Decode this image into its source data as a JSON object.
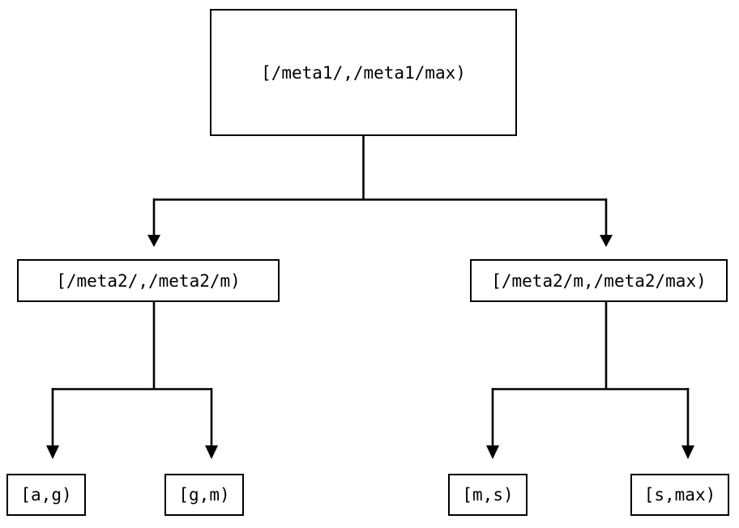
{
  "diagram": {
    "type": "tree",
    "title": "",
    "background_color": "#ffffff",
    "line_color": "#000000",
    "text_color": "#000000",
    "levels": 3,
    "nodes": {
      "root": {
        "label": "[/meta1/,/meta1/max)",
        "level": 0
      },
      "mid_left": {
        "label": "[/meta2/,/meta2/m)",
        "level": 1
      },
      "mid_right": {
        "label": "[/meta2/m,/meta2/max)",
        "level": 1
      },
      "leaf_1": {
        "label": "[a,g)",
        "level": 2
      },
      "leaf_2": {
        "label": "[g,m)",
        "level": 2
      },
      "leaf_3": {
        "label": "[m,s)",
        "level": 2
      },
      "leaf_4": {
        "label": "[s,max)",
        "level": 2
      }
    },
    "edges": [
      {
        "from": "root",
        "to": "mid_left",
        "arrow": "triangle-down"
      },
      {
        "from": "root",
        "to": "mid_right",
        "arrow": "triangle-down"
      },
      {
        "from": "mid_left",
        "to": "leaf_1",
        "arrow": "triangle-down"
      },
      {
        "from": "mid_left",
        "to": "leaf_2",
        "arrow": "triangle-down"
      },
      {
        "from": "mid_right",
        "to": "leaf_3",
        "arrow": "triangle-down"
      },
      {
        "from": "mid_right",
        "to": "leaf_4",
        "arrow": "triangle-down"
      }
    ]
  }
}
